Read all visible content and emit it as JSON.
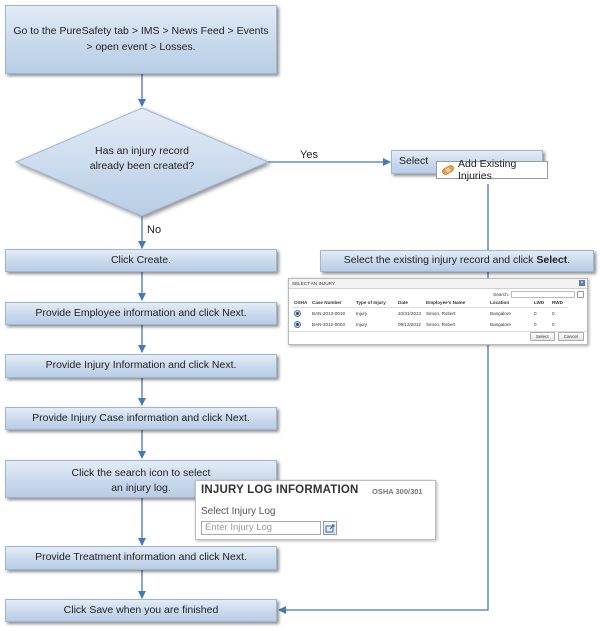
{
  "steps": {
    "go_to_events": "Go to the PureSafety tab > IMS > News Feed > Events > open event > Losses.",
    "decision": "Has an injury record already been created?",
    "yes": "Yes",
    "no": "No",
    "select": "Select",
    "add_existing_injuries": "Add Existing Injuries",
    "select_existing_prefix": "Select the existing injury record and click ",
    "select_existing_bold": "Select",
    "select_existing_suffix": ".",
    "click_create": "Click Create.",
    "employee_info": "Provide Employee information and click Next.",
    "injury_info": "Provide Injury Information and click Next.",
    "injury_case_info": "Provide Injury Case information and click Next.",
    "search_icon_line1": "Click the search icon to select",
    "search_icon_line2": "an injury log.",
    "treatment_info": "Provide Treatment information and click Next.",
    "click_save": "Click Save when you are finished"
  },
  "dialog": {
    "title": "SELECT AN INJURY",
    "close": "×",
    "search_label": "Search:",
    "columns": [
      "OSHA",
      "Case Number",
      "Type of Injury",
      "Date",
      "Employee's Name",
      "Location",
      "LWD",
      "RWD"
    ],
    "rows": [
      [
        "",
        "BAN-2013-0018",
        "Injury",
        "10/31/2013",
        "Simon, Robert",
        "Bangalore",
        "0",
        "0"
      ],
      [
        "",
        "BAN-2012-0003",
        "Injury",
        "09/12/2012",
        "Simon, Robert",
        "Bangalore",
        "0",
        "0"
      ]
    ],
    "select_button": "Select",
    "cancel_button": "Cancel"
  },
  "injury_log": {
    "title": "INJURY LOG INFORMATION",
    "subtitle": "OSHA 300/301",
    "label": "Select Injury Log",
    "placeholder": "Enter Injury Log"
  },
  "colors": {
    "arrow": "#4a78b4",
    "box_fill": "#c9d9ec",
    "box_border": "#9fb6d3"
  }
}
